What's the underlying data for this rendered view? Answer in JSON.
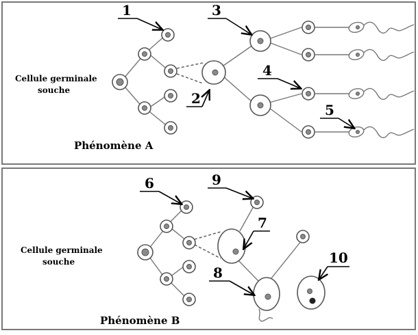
{
  "diagram": {
    "panel_a": {
      "germ_cell_label_line1": "Cellule germinale",
      "germ_cell_label_line2": "souche",
      "phenomenon_title": "Phénomène A",
      "labels": {
        "n1": "1",
        "n2": "2",
        "n3": "3",
        "n4": "4",
        "n5": "5"
      }
    },
    "panel_b": {
      "germ_cell_label_line1": "Cellule germinale",
      "germ_cell_label_line2": "souche",
      "phenomenon_title": "Phénomène B",
      "labels": {
        "n6": "6",
        "n7": "7",
        "n8": "8",
        "n9": "9",
        "n10": "10"
      }
    },
    "colors": {
      "cell_stroke": "#555555",
      "nucleus": "#8a8a8a",
      "panel_border": "#777777"
    }
  }
}
